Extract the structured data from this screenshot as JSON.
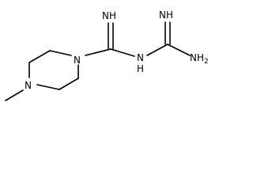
{
  "molecule": {
    "atoms": {
      "n_ring_top": "N",
      "n_ring_bottom": "N",
      "nh_imine_left": "NH",
      "nh_imine_right": "NH",
      "nh_bridge": "N",
      "nh2_terminal": "NH"
    },
    "subscripts": {
      "nh2_terminal": "2"
    },
    "bridge_h": "H"
  },
  "colors": {
    "bond": "#000000",
    "text": "#000000",
    "background": "#ffffff"
  }
}
